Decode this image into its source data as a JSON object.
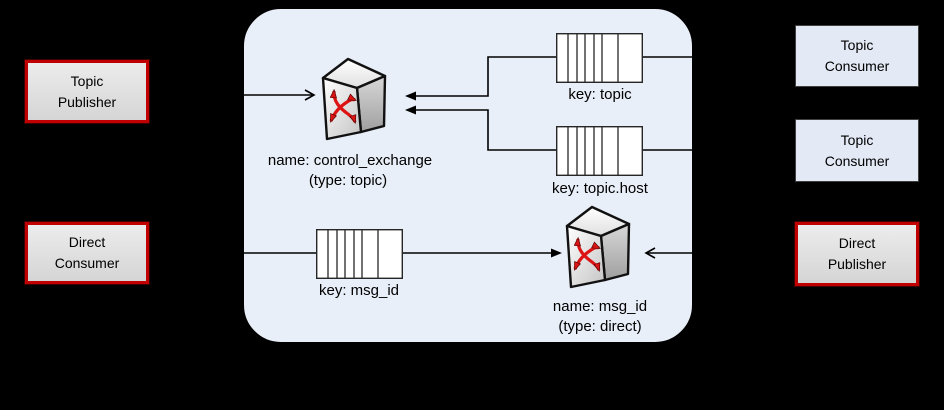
{
  "colors": {
    "background": "#000000",
    "node_fill": "#e9eff8",
    "consumer_fill": "#e3eaf5",
    "publisher_fill_top": "#ececec",
    "publisher_fill_bottom": "#d5d5d5",
    "red_border": "#c00000",
    "box_border_dark": "#3f3f3f",
    "line": "#000000",
    "arrow_red": "#dd1414"
  },
  "boxes": {
    "topic_publisher": {
      "label": "Topic Publisher"
    },
    "topic_consumer_1": {
      "label": "Topic Consumer"
    },
    "topic_consumer_2": {
      "label": "Topic Consumer"
    },
    "direct_consumer": {
      "label": "Direct Consumer"
    },
    "direct_publisher": {
      "label": "Direct Publisher"
    }
  },
  "exchanges": {
    "topic": {
      "name_label": "name: control_exchange",
      "type_label": "(type: topic)",
      "icon": "switch-crossed-arrows-icon"
    },
    "direct": {
      "name_label": "name: msg_id",
      "type_label": "(type: direct)",
      "icon": "switch-crossed-arrows-icon"
    }
  },
  "queues": {
    "topic": {
      "label": "key: topic",
      "icon": "queue-segments-icon"
    },
    "topic_host": {
      "label": "key: topic.host",
      "icon": "queue-segments-icon"
    },
    "msg_id": {
      "label": "key: msg_id",
      "icon": "queue-segments-icon"
    }
  }
}
